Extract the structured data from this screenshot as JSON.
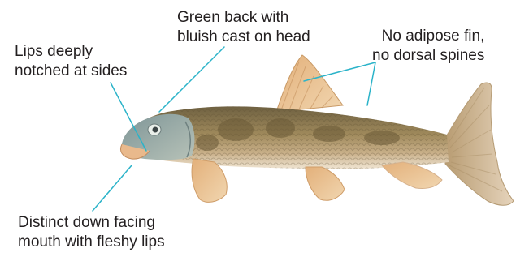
{
  "annotations": {
    "back": {
      "line1": "Green back with",
      "line2": "bluish cast on head"
    },
    "fin": {
      "line1": "No adipose fin,",
      "line2": "no dorsal spines"
    },
    "lips": {
      "line1": "Lips deeply",
      "line2": "notched at sides"
    },
    "mouth": {
      "line1": "Distinct down facing",
      "line2": "mouth with fleshy lips"
    }
  },
  "colors": {
    "leader_line": "#2bb3c9",
    "text": "#231f20",
    "body_olive": "#9a8455",
    "belly": "#efe3cf",
    "fin_peach": "#e7be8e",
    "head_blue": "#8da4a6"
  }
}
